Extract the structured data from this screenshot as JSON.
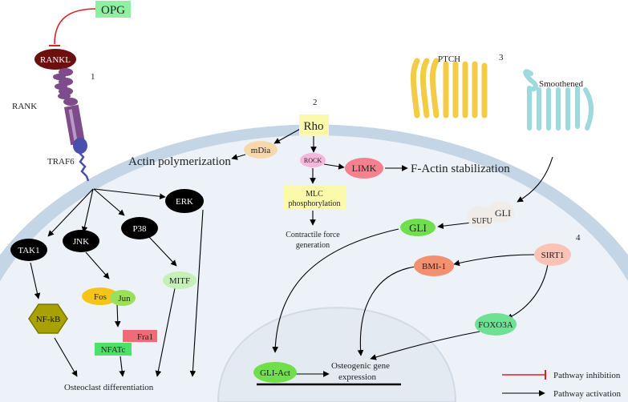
{
  "labels": {
    "opg": "OPG",
    "rankl": "RANKL",
    "num1": "1",
    "rank": "RANK",
    "traf6": "TRAF6",
    "tak1": "TAK1",
    "jnk": "JNK",
    "p38": "P38",
    "erk": "ERK",
    "nfkb": "NF-kB",
    "fos": "Fos",
    "jun": "Jun",
    "fra1": "Fra1",
    "nfatc": "NFATc",
    "mitf": "MITF",
    "osteoclast": "Osteoclast differentiation",
    "num2": "2",
    "rho": "Rho",
    "mdia": "mDia",
    "actin_poly": "Actin polymerization",
    "rock": "ROCK",
    "limk": "LIMK",
    "factin": "F-Actin stabilization",
    "mlc_line1": "MLC",
    "mlc_line2": "phosphorylation",
    "contractile_line1": "Contractile force",
    "contractile_line2": "generation",
    "num3": "3",
    "ptch": "PTCH",
    "smoothened": "Smoothened",
    "sufu": "SUFU",
    "gli_complex": "GLI",
    "gli": "GLI",
    "num4": "4",
    "sirt1": "SIRT1",
    "bmi1": "BMI-1",
    "foxo3a": "FOXO3A",
    "gli_act": "GLI-Act",
    "osteogenic_line1": "Osteogenic gene",
    "osteogenic_line2": "expression"
  },
  "legend": {
    "inhibition": "Pathway inhibition",
    "activation": "Pathway activation"
  },
  "colors": {
    "membrane": "#c4d5e6",
    "cytoplasm": "#edf2f8",
    "nucleus": "#e4ebf2",
    "rankl": "#6b0f0f",
    "rank": "#7e4c8a",
    "kinase": "#000000",
    "nfkb": "#a8a200",
    "fos": "#f5c418",
    "jun": "#9be05a",
    "fra1": "#f06a78",
    "nfatc": "#4fe06a",
    "mitf": "#c5f0b8",
    "opg": "#8ff0a4",
    "rho": "#fafaaa",
    "mdia": "#f7d8ad",
    "rock": "#f7b6dc",
    "limk": "#f5808e",
    "mlc": "#fafaaa",
    "ptch": "#f4cb45",
    "smoothened": "#9ed9de",
    "gli": "#6fe04b",
    "sufu": "#f0ece8",
    "sirt1": "#fac3b6",
    "bmi1": "#f39070",
    "foxo3a": "#6fe094",
    "inhibition": "#d9212a",
    "activation": "#000000"
  }
}
